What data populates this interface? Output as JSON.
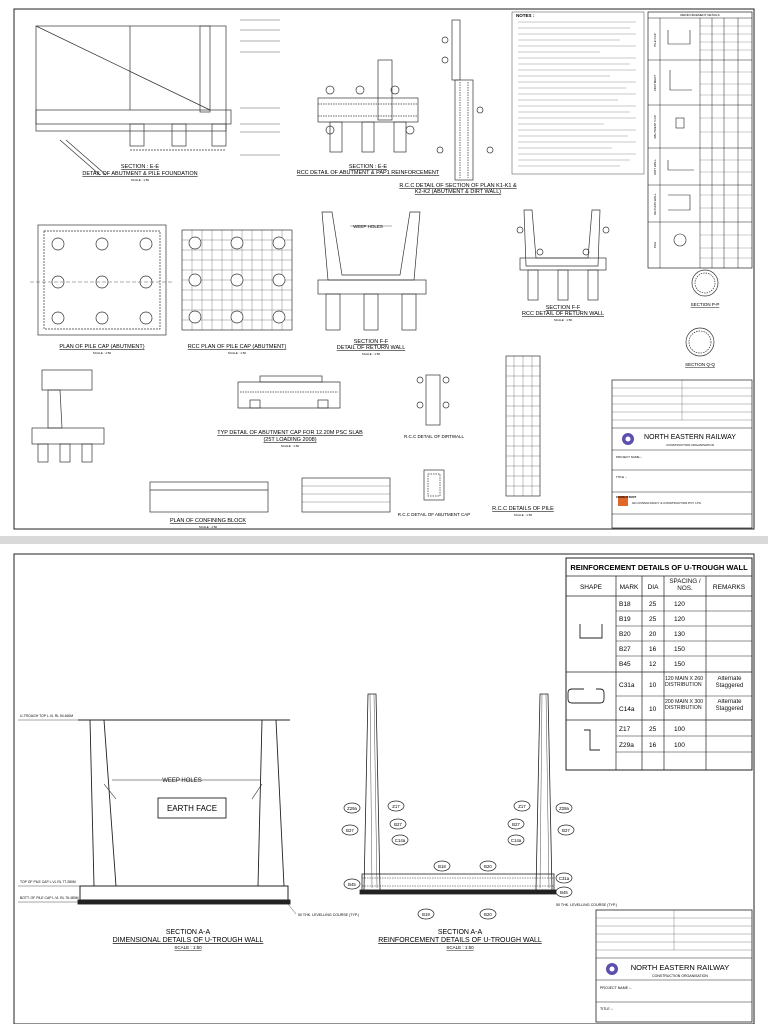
{
  "sheet1": {
    "section_ee_a": {
      "title": "SECTION : E-E",
      "subtitle": "DETAIL OF ABUTMENT & PILE FOUNDATION",
      "scale": "SCALE : 1:50"
    },
    "section_ee_b": {
      "title": "SECTION : E-E",
      "subtitle": "RCC DETAIL OF ABUTMENT & PAP1 REINFORCEMENT"
    },
    "section_k1": {
      "title": "R.C.C DETAIL OF SECTION OF PLAN K1-K1 &",
      "subtitle": "K2-K2 (ABUTMENT & DIRT WALL)"
    },
    "pile_cap_plan": {
      "title": "PLAN OF PILE CAP (ABUTMENT)",
      "scale": "SCALE : 1:50"
    },
    "rcc_pile_cap_plan": {
      "title": "RCC PLAN OF PILE CAP (ABUTMENT)",
      "scale": "SCALE : 1:50"
    },
    "return_wall": {
      "weep": "WEEP HOLES",
      "title": "SECTION F-F",
      "subtitle": "DETAIL OF RETURN WALL",
      "scale": "SCALE : 1:50"
    },
    "rcc_return_wall": {
      "title": "SECTION F-F",
      "subtitle": "RCC DETAIL OF RETURN WALL",
      "scale": "SCALE : 1:50"
    },
    "section_pp": "SECTION P-P",
    "section_qq": "SECTION Q-Q",
    "abutment_cap": {
      "title": "TYP DETAIL OF ABUTMENT CAP FOR 12.20M PSC SLAB",
      "subtitle": "(25T LOADING 2008)",
      "scale": "SCALE : 1:50"
    },
    "confining_block": {
      "title": "PLAN OF CONFINING BLOCK",
      "scale": "SCALE : 1:50"
    },
    "rcc_pile": {
      "title": "R.C.C DETAILS OF PILE",
      "scale": "SCALE : 1:50"
    },
    "dirt_wall": "R.C.C DETAIL OF DIRTWALL",
    "parapet_cap": "R.C.C DETAIL OF ABUTMENT CAP",
    "notes_heading": "NOTES :",
    "schedule_heading": "REINFORCEMENT DETAILS",
    "schedule_groups": [
      "PILE CAP",
      "ABUTMENT",
      "ABUTMENT CAP",
      "DIRT WALL",
      "RETURN WALL",
      "PILE"
    ],
    "title_block": {
      "railway": "NORTH EASTERN RAILWAY",
      "org": "CONSTRUCTION ORGANISATION",
      "project": "PROJECT NAME :-",
      "title": "TITLE :-",
      "consultant_heading": "CONSULTANT",
      "consultant": "GD CONSULTANCY & CONSTRUCTION PVT. LTD."
    }
  },
  "sheet2": {
    "table": {
      "title": "REINFORCEMENT DETAILS OF U-TROUGH WALL",
      "headers": [
        "SHAPE",
        "MARK",
        "DIA",
        "SPACING / NOS.",
        "REMARKS"
      ],
      "rows": [
        {
          "mark": "B18",
          "dia": "25",
          "spacing": "120",
          "remarks": ""
        },
        {
          "mark": "B19",
          "dia": "25",
          "spacing": "120",
          "remarks": ""
        },
        {
          "mark": "B20",
          "dia": "20",
          "spacing": "130",
          "remarks": ""
        },
        {
          "mark": "B27",
          "dia": "16",
          "spacing": "150",
          "remarks": ""
        },
        {
          "mark": "B45",
          "dia": "12",
          "spacing": "150",
          "remarks": ""
        },
        {
          "mark": "C31a",
          "dia": "10",
          "spacing": "120 MAIN X 260 DISTRIBUTION",
          "remarks": "Alternate Staggered"
        },
        {
          "mark": "C14a",
          "dia": "10",
          "spacing": "200 MAIN X 300 DISTRIBUTION",
          "remarks": "Alternate Staggered"
        },
        {
          "mark": "Z17",
          "dia": "25",
          "spacing": "100",
          "remarks": ""
        },
        {
          "mark": "Z29a",
          "dia": "16",
          "spacing": "100",
          "remarks": ""
        }
      ]
    },
    "dimensional": {
      "weep": "WEEP HOLES",
      "earth_face": "EARTH FACE",
      "top_label": "U-TROUGH TOP L.VL RL 94.460M",
      "cap_top": "TOP OF PILE CAP L.VL RL 77.280M",
      "cap_bottom": "BOTT. OF PILE CAP L.VL RL 76.480M",
      "leveling": "50 THK. LEVELLING COURSE (TYP.)",
      "title": "SECTION A-A",
      "subtitle": "DIMENSIONAL DETAILS OF U-TROUGH WALL",
      "scale": "SCALE : 1:50"
    },
    "reinforcement": {
      "marks_left": [
        "Z29a",
        "Z17",
        "B27",
        "C14a"
      ],
      "marks_right": [
        "Z17",
        "Z29a",
        "B27",
        "C14a"
      ],
      "marks_base": [
        "B18",
        "B20",
        "B45",
        "B19",
        "B20"
      ],
      "marks_side": [
        "C31a",
        "B45"
      ],
      "leveling": "50 THK. LEVELLING COURSE (TYP.)",
      "title": "SECTION A-A",
      "subtitle": "REINFORCEMENT DETAILS OF U-TROUGH WALL",
      "scale": "SCALE : 1:50"
    },
    "title_block": {
      "railway": "NORTH EASTERN RAILWAY",
      "org": "CONSTRUCTION ORGANISATION",
      "project": "PROJECT NAME :-",
      "title": "TITLE :-"
    }
  }
}
